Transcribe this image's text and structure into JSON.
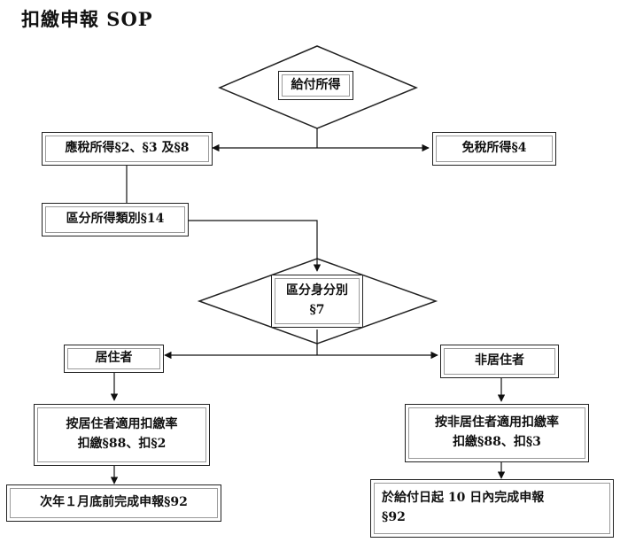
{
  "title": "扣繳申報 SOP",
  "nodes": {
    "payment_income": "給付所得",
    "taxable_income": "應稅所得§2、§3 及§8",
    "tax_exempt_income": "免稅所得§4",
    "classify_income": "區分所得類別§14",
    "identity_line1": "區分身分別",
    "identity_line2": "§7",
    "resident": "居住者",
    "non_resident": "非居住者",
    "resident_rate_line1": "按居住者適用扣繳率",
    "resident_rate_line2": "扣繳§88、扣§2",
    "nonresident_rate_line1": "按非居住者適用扣繳率",
    "nonresident_rate_line2": "扣繳§88、扣§3",
    "resident_filing": "次年１月底前完成申報§92",
    "nonresident_filing_line1": "於給付日起 10 日內完成申報",
    "nonresident_filing_line2": "§92"
  }
}
